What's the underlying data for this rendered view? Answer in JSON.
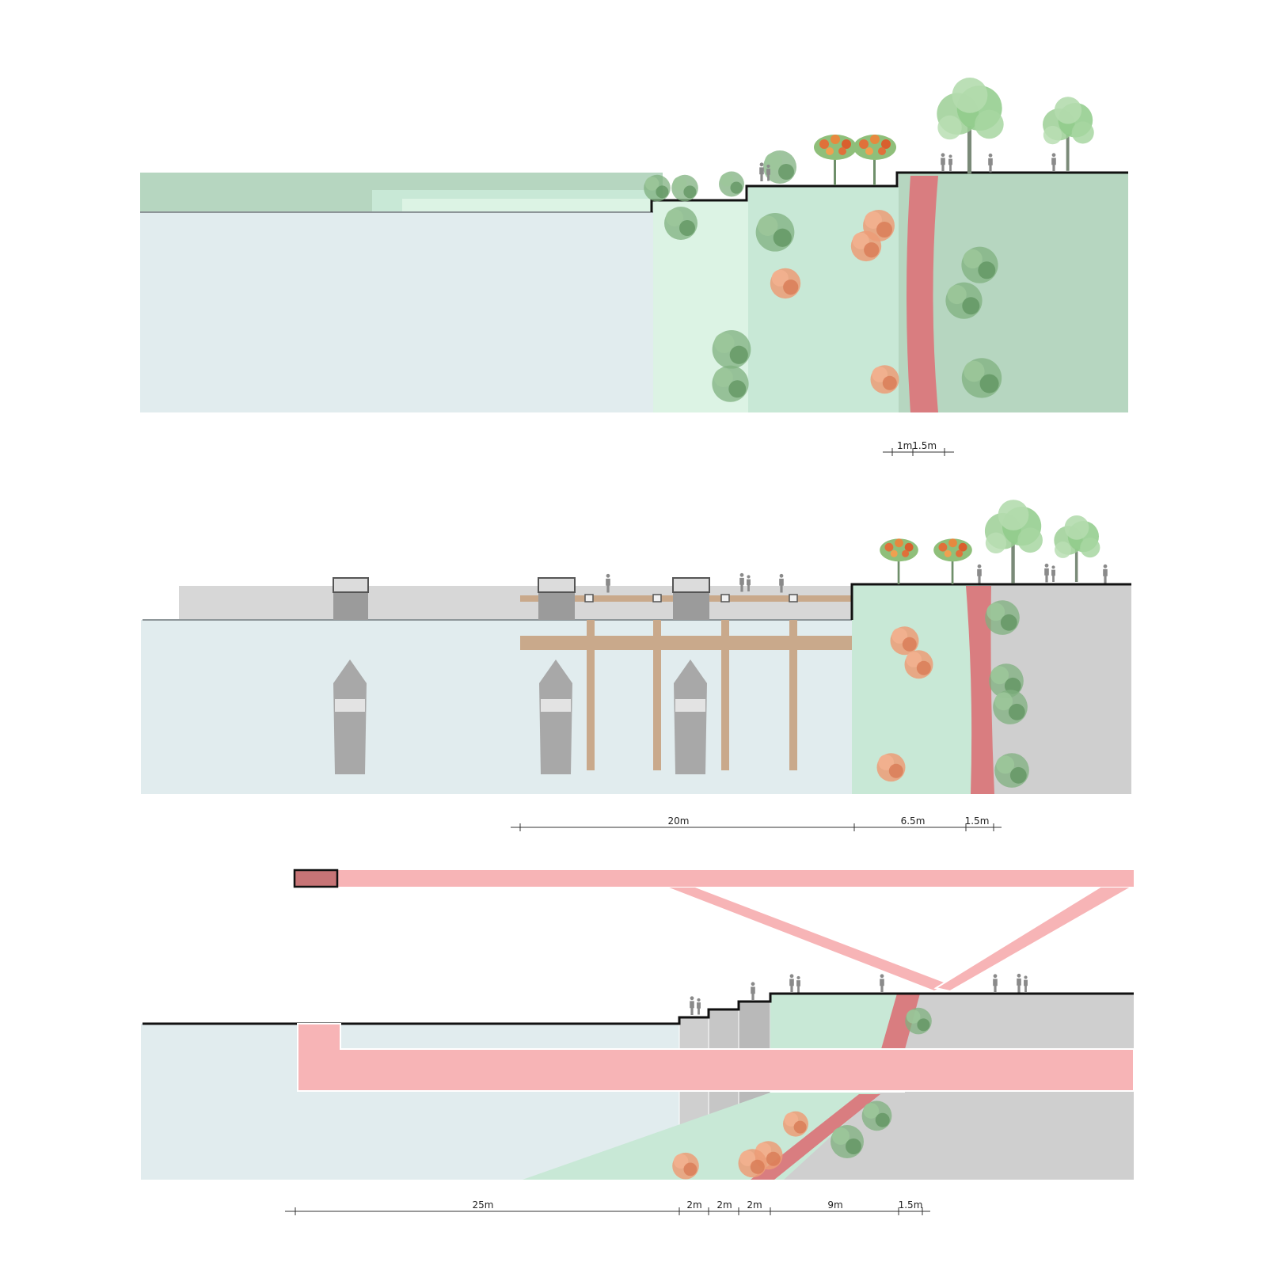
{
  "colors": {
    "water": "#e1ecee",
    "water_edge": "#8d9598",
    "green_light": "#c8e8d6",
    "green_mid": "#b6d6c0",
    "green_pale": "#dcf3e4",
    "path_red": "#d97d80",
    "bridge_pink": "#f7b4b6",
    "bridge_pink_dark": "#c77476",
    "land_gray": "#cfcfcf",
    "gray_dark": "#9b9b9b",
    "wood": "#c9a98b",
    "outline": "#111111",
    "tree": "#8fcb8a",
    "flower_tree": "#e0703a",
    "shrub_orange": "#ec9c77",
    "shrub_green": "#7fb07f",
    "person": "#8a8a8a"
  },
  "sections": [
    {
      "id": "section-1",
      "dimension_labels": [
        "1m1.5m"
      ],
      "icons": [
        "tree-icon",
        "flower-tree-icon",
        "shrub-icon",
        "person-icon"
      ]
    },
    {
      "id": "section-2",
      "dimension_labels": [
        "20m",
        "6.5m",
        "1.5m"
      ],
      "icons": [
        "boat-icon",
        "tree-icon",
        "flower-tree-icon",
        "shrub-icon",
        "person-icon"
      ]
    },
    {
      "id": "section-3",
      "dimension_labels": [
        "25m",
        "2m",
        "2m",
        "2m",
        "9m",
        "1.5m"
      ],
      "icons": [
        "bridge-icon",
        "shrub-icon",
        "person-icon"
      ]
    }
  ]
}
